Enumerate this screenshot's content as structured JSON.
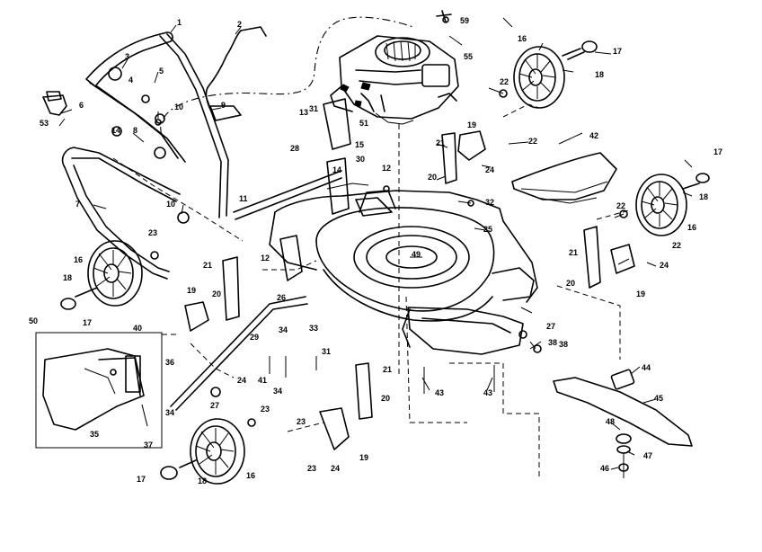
{
  "callouts": [
    {
      "id": "c1",
      "text": "1"
    },
    {
      "id": "c2",
      "text": "2"
    },
    {
      "id": "c3",
      "text": "3"
    },
    {
      "id": "c4",
      "text": "4"
    },
    {
      "id": "c5",
      "text": "5"
    },
    {
      "id": "c6",
      "text": "6"
    },
    {
      "id": "c7",
      "text": "7"
    },
    {
      "id": "c8",
      "text": "8"
    },
    {
      "id": "c9",
      "text": "9"
    },
    {
      "id": "c10a",
      "text": "10"
    },
    {
      "id": "c10b",
      "text": "10"
    },
    {
      "id": "c11",
      "text": "11"
    },
    {
      "id": "c12a",
      "text": "12"
    },
    {
      "id": "c12b",
      "text": "12"
    },
    {
      "id": "c13",
      "text": "13"
    },
    {
      "id": "c14a",
      "text": "14"
    },
    {
      "id": "c14b",
      "text": "14"
    },
    {
      "id": "c15",
      "text": "15"
    },
    {
      "id": "c16a",
      "text": "16"
    },
    {
      "id": "c16b",
      "text": "16"
    },
    {
      "id": "c16c",
      "text": "16"
    },
    {
      "id": "c16d",
      "text": "16"
    },
    {
      "id": "c17a",
      "text": "17"
    },
    {
      "id": "c17b",
      "text": "17"
    },
    {
      "id": "c17c",
      "text": "17"
    },
    {
      "id": "c17d",
      "text": "17"
    },
    {
      "id": "c18a",
      "text": "18"
    },
    {
      "id": "c18b",
      "text": "18"
    },
    {
      "id": "c18c",
      "text": "18"
    },
    {
      "id": "c18d",
      "text": "18"
    },
    {
      "id": "c19a",
      "text": "19"
    },
    {
      "id": "c19b",
      "text": "19"
    },
    {
      "id": "c19c",
      "text": "19"
    },
    {
      "id": "c19d",
      "text": "19"
    },
    {
      "id": "c20a",
      "text": "20"
    },
    {
      "id": "c20b",
      "text": "20"
    },
    {
      "id": "c20c",
      "text": "20"
    },
    {
      "id": "c20d",
      "text": "20"
    },
    {
      "id": "c21a",
      "text": "21"
    },
    {
      "id": "c21b",
      "text": "21"
    },
    {
      "id": "c21c",
      "text": "21"
    },
    {
      "id": "c21d",
      "text": "21"
    },
    {
      "id": "c22a",
      "text": "22"
    },
    {
      "id": "c22b",
      "text": "22"
    },
    {
      "id": "c22c",
      "text": "22"
    },
    {
      "id": "c22d",
      "text": "22"
    },
    {
      "id": "c23a",
      "text": "23"
    },
    {
      "id": "c23b",
      "text": "23"
    },
    {
      "id": "c23c",
      "text": "23"
    },
    {
      "id": "c23d",
      "text": "23"
    },
    {
      "id": "c24a",
      "text": "24"
    },
    {
      "id": "c24b",
      "text": "24"
    },
    {
      "id": "c24c",
      "text": "24"
    },
    {
      "id": "c24d",
      "text": "24"
    },
    {
      "id": "c25",
      "text": "25"
    },
    {
      "id": "c26",
      "text": "26"
    },
    {
      "id": "c27a",
      "text": "27"
    },
    {
      "id": "c27b",
      "text": "27"
    },
    {
      "id": "c28",
      "text": "28"
    },
    {
      "id": "c29",
      "text": "29"
    },
    {
      "id": "c30",
      "text": "30"
    },
    {
      "id": "c31a",
      "text": "31"
    },
    {
      "id": "c31b",
      "text": "31"
    },
    {
      "id": "c32",
      "text": "32"
    },
    {
      "id": "c33",
      "text": "33"
    },
    {
      "id": "c34a",
      "text": "34"
    },
    {
      "id": "c34b",
      "text": "34"
    },
    {
      "id": "c34c",
      "text": "34"
    },
    {
      "id": "c35",
      "text": "35"
    },
    {
      "id": "c36",
      "text": "36"
    },
    {
      "id": "c37",
      "text": "37"
    },
    {
      "id": "c38a",
      "text": "38"
    },
    {
      "id": "c38b",
      "text": "38"
    },
    {
      "id": "c40",
      "text": "40"
    },
    {
      "id": "c41",
      "text": "41"
    },
    {
      "id": "c42",
      "text": "42"
    },
    {
      "id": "c43a",
      "text": "43"
    },
    {
      "id": "c43b",
      "text": "43"
    },
    {
      "id": "c44",
      "text": "44"
    },
    {
      "id": "c45",
      "text": "45"
    },
    {
      "id": "c46",
      "text": "46"
    },
    {
      "id": "c47",
      "text": "47"
    },
    {
      "id": "c48",
      "text": "48"
    },
    {
      "id": "c49",
      "text": "49"
    },
    {
      "id": "c50",
      "text": "50"
    },
    {
      "id": "c51",
      "text": "51"
    },
    {
      "id": "c53",
      "text": "53"
    },
    {
      "id": "c55",
      "text": "55"
    },
    {
      "id": "c59",
      "text": "59"
    }
  ]
}
